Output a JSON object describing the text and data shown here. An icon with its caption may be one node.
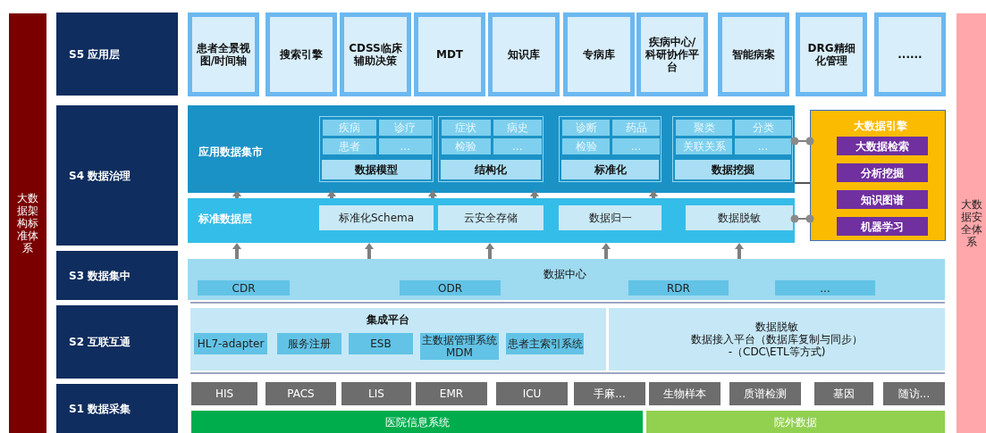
{
  "diagram": {
    "nodes": [
      {
        "text": [
          "大数据架构标准体系"
        ]
      },
      {
        "text": [
          "S5 应用层"
        ]
      },
      {
        "text": [
          "S4 数据治理"
        ]
      },
      {
        "text": [
          "S3 数据集中"
        ]
      },
      {
        "text": [
          "S2 互联互通"
        ]
      },
      {
        "text": [
          "S1 数据采集"
        ]
      },
      {
        "text": [
          "患者全景视图/时间轴"
        ]
      },
      {
        "text": [
          "搜索引擎"
        ]
      },
      {
        "text": [
          "CDSS临床辅助决策"
        ]
      },
      {
        "text": [
          "MDT"
        ]
      },
      {
        "text": [
          "知识库"
        ]
      },
      {
        "text": [
          "专病库"
        ]
      },
      {
        "text": [
          "疾病中心/科研协作平台"
        ]
      },
      {
        "text": [
          "智能病案"
        ]
      },
      {
        "text": [
          "DRG精细化管理"
        ]
      },
      {
        "text": [
          "......"
        ]
      },
      {
        "text": [
          "应用数据集市"
        ]
      },
      {
        "text": [
          "数据模型"
        ],
        "in": 16
      },
      {
        "text": [
          "疾病"
        ],
        "in": 17
      },
      {
        "text": [
          "诊疗"
        ],
        "in": 17
      },
      {
        "text": [
          "患者"
        ],
        "in": 17
      },
      {
        "text": [
          "..."
        ],
        "in": 17
      },
      {
        "text": [
          "结构化"
        ],
        "in": 16
      },
      {
        "text": [
          "症状"
        ],
        "in": 22
      },
      {
        "text": [
          "病史"
        ],
        "in": 22
      },
      {
        "text": [
          "检验"
        ],
        "in": 22
      },
      {
        "text": [
          "..."
        ],
        "in": 22
      },
      {
        "text": [
          "标准化"
        ],
        "in": 16
      },
      {
        "text": [
          "诊断"
        ],
        "in": 27
      },
      {
        "text": [
          "药品"
        ],
        "in": 27
      },
      {
        "text": [
          "检验"
        ],
        "in": 27
      },
      {
        "text": [
          "..."
        ],
        "in": 27
      },
      {
        "text": [
          "数据挖掘"
        ],
        "in": 16
      },
      {
        "text": [
          "聚类"
        ],
        "in": 32
      },
      {
        "text": [
          "分类"
        ],
        "in": 32
      },
      {
        "text": [
          "关联关系"
        ],
        "in": 32
      },
      {
        "text": [
          "..."
        ],
        "in": 32
      },
      {
        "text": [
          "标准数据层"
        ]
      },
      {
        "text": [
          "标准化Schema"
        ],
        "in": 37
      },
      {
        "text": [
          "云安全存储"
        ],
        "in": 37
      },
      {
        "text": [
          "数据归一"
        ],
        "in": 37
      },
      {
        "text": [
          "数据脱敏"
        ],
        "in": 37
      },
      {
        "text": [
          "大数据引擎"
        ]
      },
      {
        "text": [
          "大数据检索"
        ],
        "in": 42
      },
      {
        "text": [
          "分析挖掘"
        ],
        "in": 42
      },
      {
        "text": [
          "知识图谱"
        ],
        "in": 42
      },
      {
        "text": [
          "机器学习"
        ],
        "in": 42
      },
      {
        "text": [
          "数据中心"
        ]
      },
      {
        "text": [
          "CDR"
        ],
        "in": 47
      },
      {
        "text": [
          "ODR"
        ],
        "in": 47
      },
      {
        "text": [
          "RDR"
        ],
        "in": 47
      },
      {
        "text": [
          "..."
        ],
        "in": 47
      },
      {
        "text": [
          "集成平台"
        ]
      },
      {
        "text": [
          "HL7-adapter"
        ],
        "in": 52
      },
      {
        "text": [
          "服务注册"
        ],
        "in": 52
      },
      {
        "text": [
          "ESB"
        ],
        "in": 52
      },
      {
        "text": [
          "主数据管理系统 MDM"
        ],
        "in": 52
      },
      {
        "text": [
          "患者主索引系统"
        ],
        "in": 52
      },
      {
        "text": [
          "数据脱敏",
          "数据接入平台（数据库复制与同步）",
          "-（CDC\\ETL等方式)"
        ]
      },
      {
        "text": [
          "HIS"
        ]
      },
      {
        "text": [
          "PACS"
        ]
      },
      {
        "text": [
          "LIS"
        ]
      },
      {
        "text": [
          "EMR"
        ]
      },
      {
        "text": [
          "ICU"
        ]
      },
      {
        "text": [
          "手麻..."
        ]
      },
      {
        "text": [
          "生物样本"
        ]
      },
      {
        "text": [
          "质谱检测"
        ]
      },
      {
        "text": [
          "基因"
        ]
      },
      {
        "text": [
          "随访..."
        ]
      },
      {
        "text": [
          "医院信息系统"
        ]
      },
      {
        "text": [
          "院外数据"
        ]
      },
      {
        "text": [
          "大数据安全体系"
        ]
      }
    ],
    "edges": [
      {
        "from": 37,
        "to": 16,
        "arrow": "to"
      },
      {
        "from": 37,
        "to": 16,
        "arrow": "to"
      },
      {
        "from": 37,
        "to": 16,
        "arrow": "to"
      },
      {
        "from": 37,
        "to": 16,
        "arrow": "to"
      },
      {
        "from": 37,
        "to": 16,
        "arrow": "to"
      },
      {
        "from": 47,
        "to": 37,
        "arrow": "to"
      },
      {
        "from": 47,
        "to": 37,
        "arrow": "to"
      },
      {
        "from": 47,
        "to": 37,
        "arrow": "to"
      },
      {
        "from": 47,
        "to": 37,
        "arrow": "to"
      },
      {
        "from": 47,
        "to": 37,
        "arrow": "to"
      },
      {
        "from": 16,
        "to": 42,
        "arrow": "other"
      },
      {
        "from": 16,
        "to": 42,
        "arrow": "none",
        "color": "#555555"
      },
      {
        "from": 37,
        "to": 42,
        "arrow": "other"
      }
    ]
  }
}
